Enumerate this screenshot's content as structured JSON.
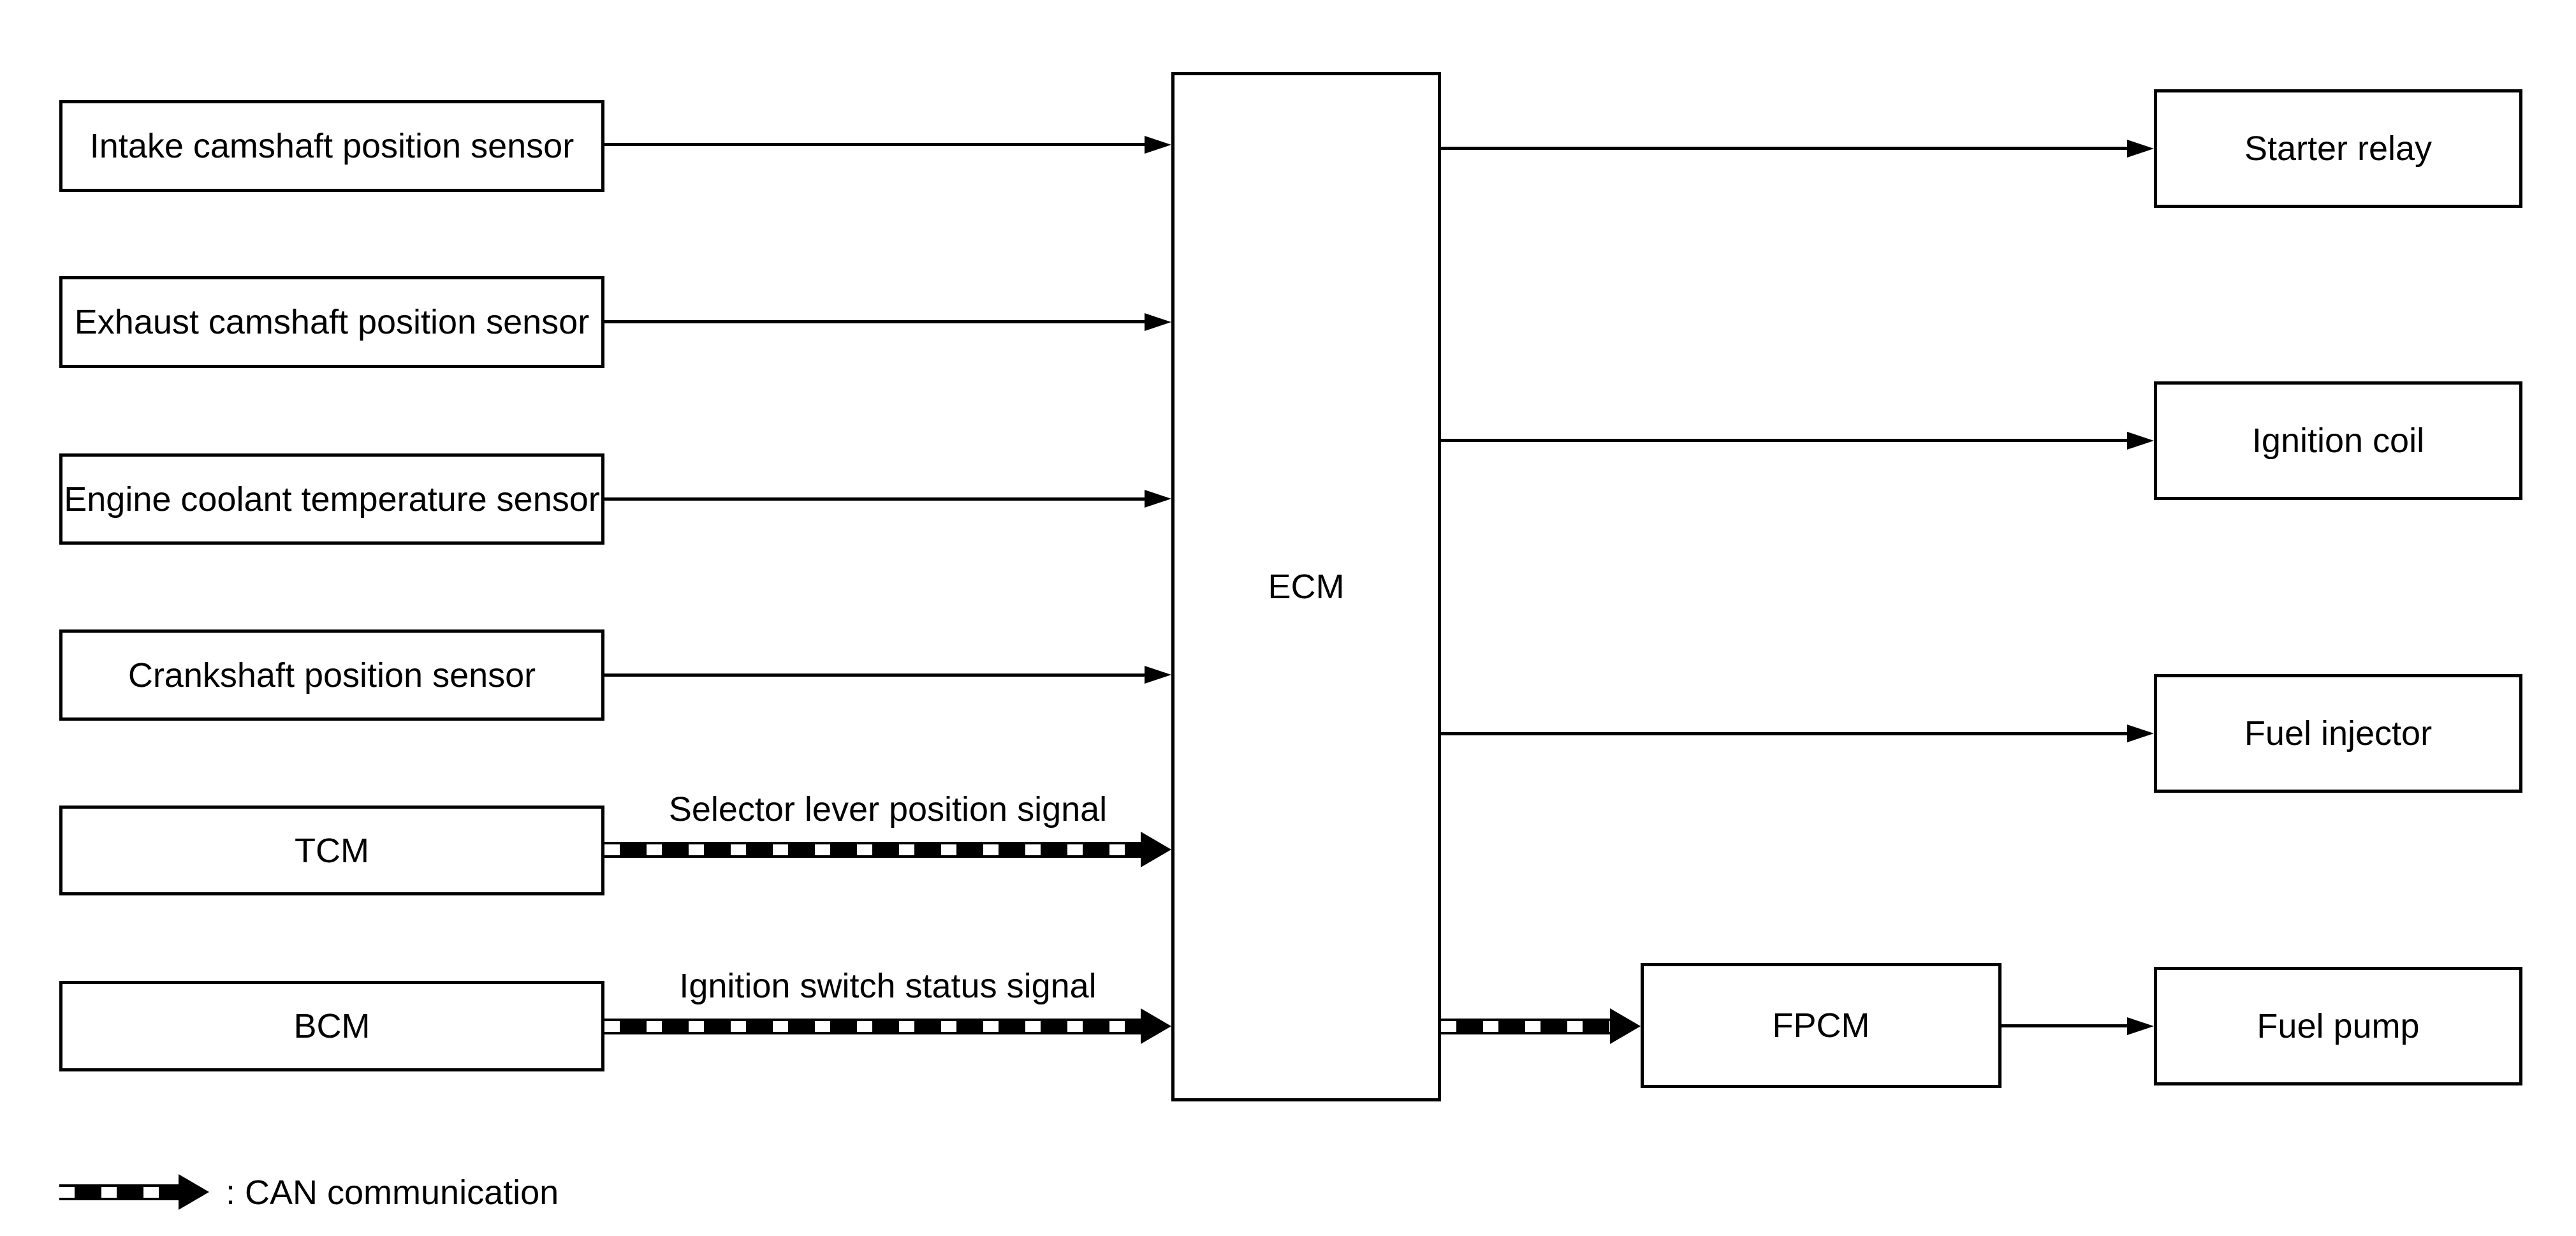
{
  "colors": {
    "background": "#ffffff",
    "line": "#000000"
  },
  "boxes": {
    "intake": "Intake camshaft position sensor",
    "exhaust": "Exhaust camshaft position sensor",
    "coolant": "Engine coolant temperature sensor",
    "crankshaft": "Crankshaft position sensor",
    "tcm": "TCM",
    "bcm": "BCM",
    "ecm": "ECM",
    "fpcm": "FPCM",
    "starter_relay": "Starter relay",
    "ignition_coil": "Ignition coil",
    "fuel_injector": "Fuel injector",
    "fuel_pump": "Fuel pump"
  },
  "signals": {
    "tcm_to_ecm": "Selector lever position signal",
    "bcm_to_ecm": "Ignition switch status signal"
  },
  "legend": {
    "label": ": CAN communication"
  }
}
